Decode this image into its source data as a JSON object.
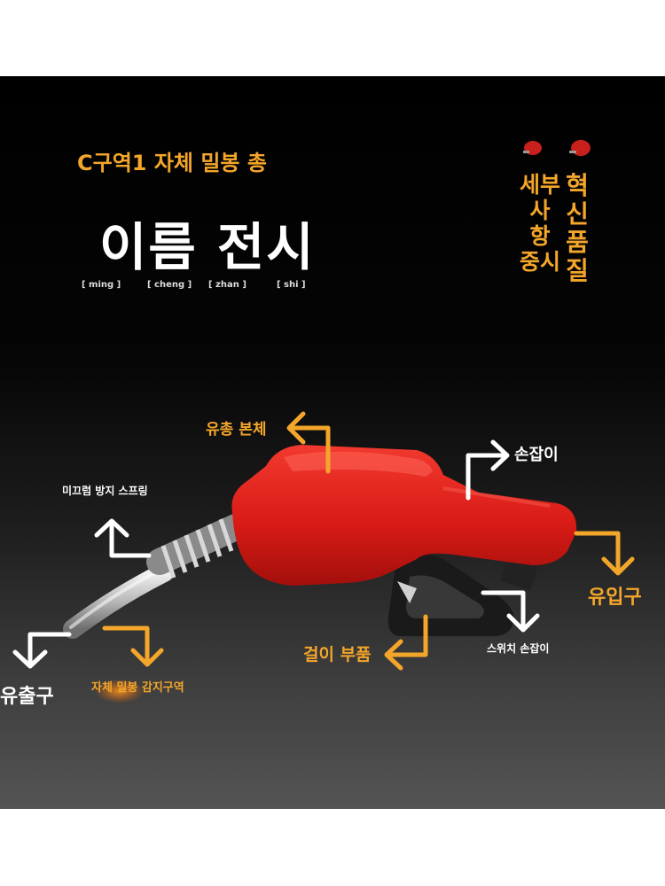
{
  "banner": {
    "subtitle": "C구역1 자체 밀봉 총",
    "title": "이름 전시",
    "pinyin": [
      "[ ming ]",
      "[ cheng ]",
      "[ zhan ]",
      "[ shi ]"
    ],
    "side_col1": [
      "세부",
      "사",
      "항",
      "중시"
    ],
    "side_col2": [
      "혁",
      "신",
      "품",
      "질"
    ]
  },
  "labels": {
    "body": "유총 본체",
    "handle": "손잡이",
    "spring": "미끄럼 방지 스프링",
    "inlet": "유입구",
    "hook": "걸이 부품",
    "switch": "스위치 손잡이",
    "outlet": "유출구",
    "sensor": "자체 밀봉 감지구역"
  },
  "colors": {
    "accent": "#f4a62a",
    "nozzle": "#e0201c",
    "text": "#ffffff"
  }
}
